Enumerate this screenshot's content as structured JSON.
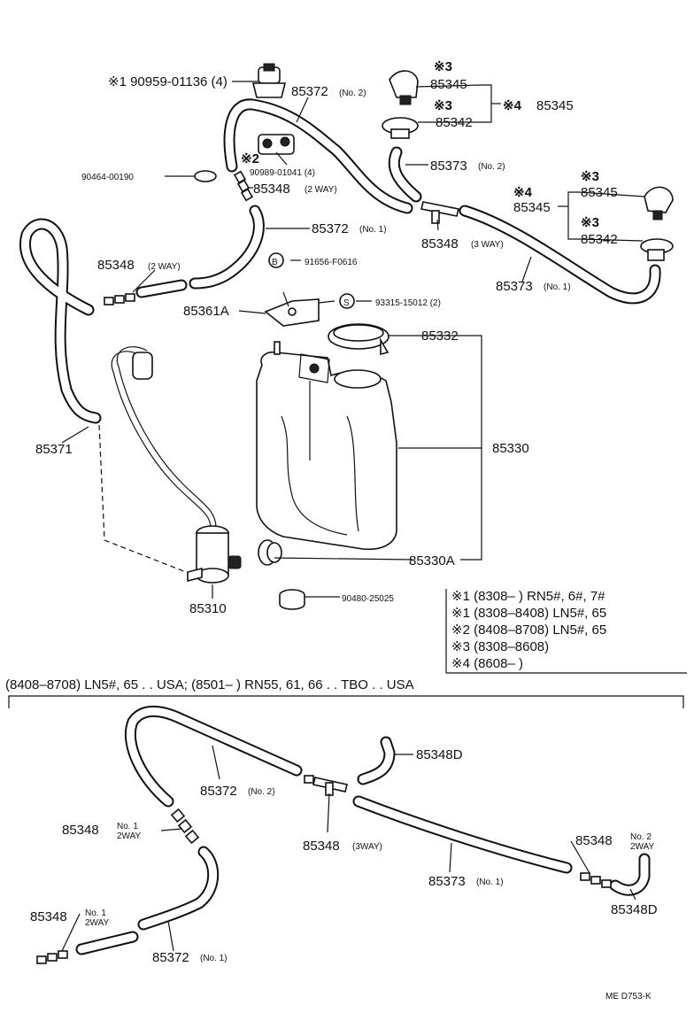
{
  "upper_labels": {
    "l_190959": "※1 90959-01136 (4)",
    "l_85372_no2": "85372",
    "l_85372_no2_sub": "(No. 2)",
    "l_mark3_a": "※3",
    "l_85345_a": "85345",
    "l_mark3_b": "※3",
    "l_85342_a": "85342",
    "l_mark4_a": "※4",
    "l_85345_group": "85345",
    "l_mark2": "※2",
    "l_90989": "90989-01041 (4)",
    "l_90464": "90464-00190",
    "l_85348_2way_a": "85348",
    "l_85348_2way_a_sub": "(2 WAY)",
    "l_85373_no2": "85373",
    "l_85373_no2_sub": "(No. 2)",
    "l_mark4_b": "※4",
    "l_85345_side": "85345",
    "l_mark3_c": "※3",
    "l_85345_c": "85345",
    "l_mark3_d": "※3",
    "l_85342_c": "85342",
    "l_85372_no1": "85372",
    "l_85372_no1_sub": "(No. 1)",
    "l_85348_3way": "85348",
    "l_85348_3way_sub": "(3 WAY)",
    "l_85348_2way_b": "85348",
    "l_85348_2way_b_sub": "(2 WAY)",
    "l_91656": "91656-F0616",
    "l_85373_no1": "85373",
    "l_85373_no1_sub": "(No. 1)",
    "l_85361A": "85361A",
    "l_93315": "93315-15012 (2)",
    "l_85332": "85332",
    "l_85371": "85371",
    "l_85330": "85330",
    "l_85330A": "85330A",
    "l_85310": "85310",
    "l_90480": "90480-25025",
    "circle_b": "B",
    "circle_s": "S"
  },
  "notes": [
    "※1 (8308–       ) RN5#, 6#, 7#",
    "※1 (8308–8408) LN5#, 65",
    "※2 (8408–8708) LN5#, 65",
    "※3 (8308–8608)",
    "※4 (8608–       )"
  ],
  "section_header": "(8408–8708) LN5#, 65 . . USA; (8501–          ) RN55, 61, 66 . . TBO . . USA",
  "lower_labels": {
    "ll_85348D_top": "85348D",
    "ll_85372_no2": "85372",
    "ll_85372_no2_sub": "(No. 2)",
    "ll_85348_no1_a": "85348",
    "ll_85348_no1_a_sub1": "No. 1",
    "ll_85348_no1_a_sub2": "2WAY",
    "ll_85348_3way": "85348",
    "ll_85348_3way_sub": "(3WAY)",
    "ll_85348_no2": "85348",
    "ll_85348_no2_sub1": "No. 2",
    "ll_85348_no2_sub2": "2WAY",
    "ll_85373_no1": "85373",
    "ll_85373_no1_sub": "(No. 1)",
    "ll_85348_no1_b": "85348",
    "ll_85348_no1_b_sub1": "No. 1",
    "ll_85348_no1_b_sub2": "2WAY",
    "ll_85372_no1": "85372",
    "ll_85372_no1_sub": "(No. 1)",
    "ll_85348D_bottom": "85348D"
  },
  "footer_code": "ME  D753-K"
}
